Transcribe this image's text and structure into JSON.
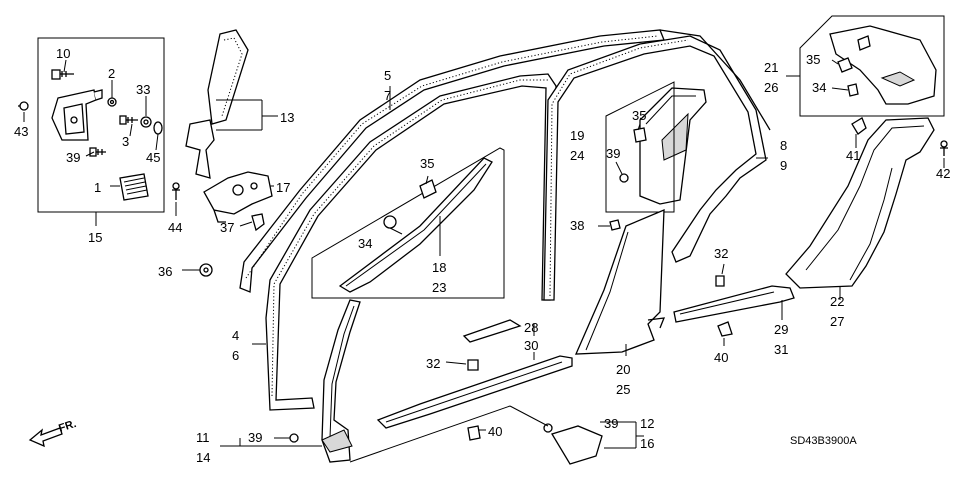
{
  "diagram": {
    "callouts": {
      "c1": "1",
      "c2": "2",
      "c3": "3",
      "c4": "4",
      "c5": "5",
      "c6": "6",
      "c7": "7",
      "c8": "8",
      "c9": "9",
      "c10": "10",
      "c11": "11",
      "c12": "12",
      "c13": "13",
      "c14": "14",
      "c15": "15",
      "c16": "16",
      "c17": "17",
      "c18": "18",
      "c19": "19",
      "c20": "20",
      "c21": "21",
      "c22": "22",
      "c23": "23",
      "c24": "24",
      "c25": "25",
      "c26": "26",
      "c27": "27",
      "c28": "28",
      "c29": "29",
      "c30": "30",
      "c31": "31",
      "c32a": "32",
      "c32b": "32",
      "c33": "33",
      "c34a": "34",
      "c34b": "34",
      "c35a": "35",
      "c35b": "35",
      "c35c": "35",
      "c36": "36",
      "c37": "37",
      "c38": "38",
      "c39a": "39",
      "c39b": "39",
      "c39c": "39",
      "c39d": "39",
      "c40a": "40",
      "c40b": "40",
      "c41": "41",
      "c42": "42",
      "c43": "43",
      "c44": "44",
      "c45": "45"
    },
    "direction_label": "FR.",
    "diagram_code": "SD43B3900A"
  }
}
